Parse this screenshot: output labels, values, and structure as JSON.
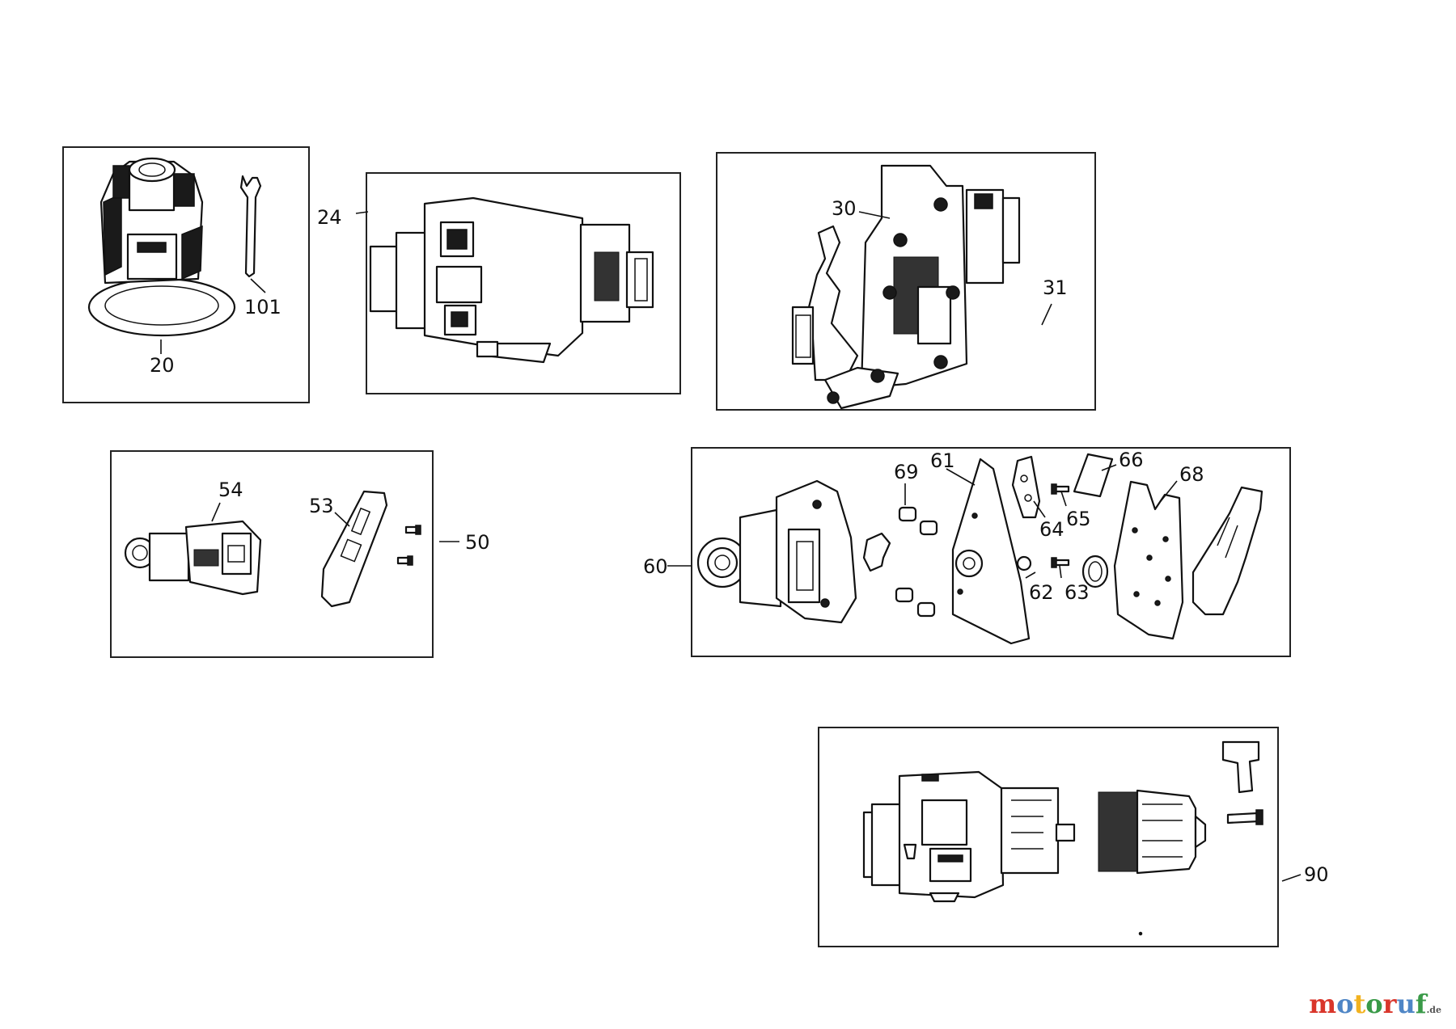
{
  "callouts": {
    "c20": "20",
    "c101": "101",
    "c24": "24",
    "c30": "30",
    "c31": "31",
    "c54": "54",
    "c53": "53",
    "c50": "50",
    "c60": "60",
    "c61": "61",
    "c62": "62",
    "c63": "63",
    "c64": "64",
    "c65": "65",
    "c66": "66",
    "c68": "68",
    "c69": "69",
    "c90": "90"
  },
  "watermark": {
    "letters": [
      "m",
      "o",
      "t",
      "o",
      "r",
      "u",
      "f"
    ],
    "tld": ".de",
    "colors": [
      "#d9362b",
      "#4f86c6",
      "#f2b21f",
      "#3a9a48",
      "#d9362b",
      "#4f86c6",
      "#3a9a48"
    ]
  }
}
